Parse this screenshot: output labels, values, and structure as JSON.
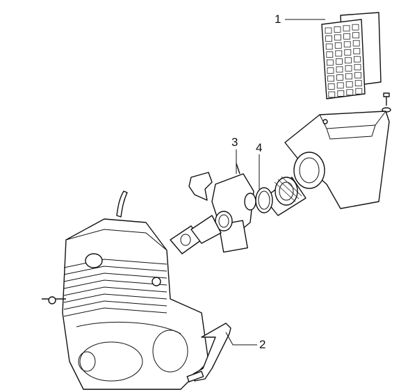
{
  "diagram": {
    "callouts": [
      {
        "number": "1",
        "part": "air-filter-element"
      },
      {
        "number": "2",
        "part": "kickstart-lever"
      },
      {
        "number": "3",
        "part": "carburetor"
      },
      {
        "number": "4",
        "part": "hose-clamp"
      }
    ]
  }
}
